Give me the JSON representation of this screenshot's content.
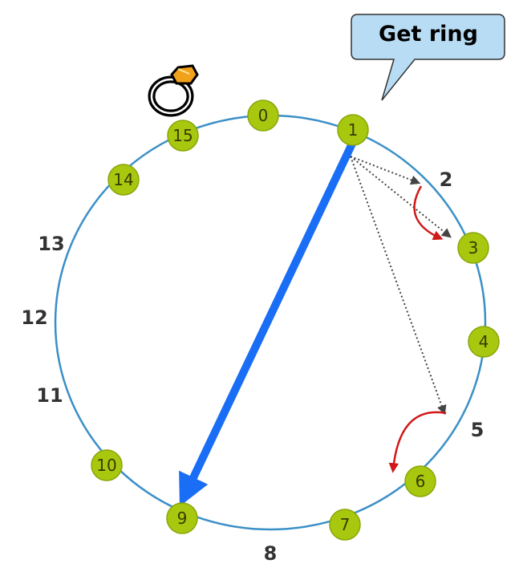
{
  "callout": {
    "text": "Get ring"
  },
  "ring": {
    "node_color": "#a7c80f",
    "ring_color": "#3b8fc7",
    "nodes": [
      {
        "id": "0",
        "label": "0"
      },
      {
        "id": "1",
        "label": "1"
      },
      {
        "id": "3",
        "label": "3"
      },
      {
        "id": "4",
        "label": "4"
      },
      {
        "id": "6",
        "label": "6"
      },
      {
        "id": "7",
        "label": "7"
      },
      {
        "id": "9",
        "label": "9"
      },
      {
        "id": "10",
        "label": "10"
      },
      {
        "id": "14",
        "label": "14"
      },
      {
        "id": "15",
        "label": "15"
      }
    ],
    "positions": [
      {
        "id": "2",
        "label": "2"
      },
      {
        "id": "5",
        "label": "5"
      },
      {
        "id": "8",
        "label": "8"
      },
      {
        "id": "11",
        "label": "11"
      },
      {
        "id": "12",
        "label": "12"
      },
      {
        "id": "13",
        "label": "13"
      }
    ]
  },
  "arrows": {
    "jump_color": "#1a6ef5",
    "probe_color": "#555555",
    "redirect_color": "#d01818"
  },
  "icons": {
    "ring_token": "ring-token-icon"
  }
}
